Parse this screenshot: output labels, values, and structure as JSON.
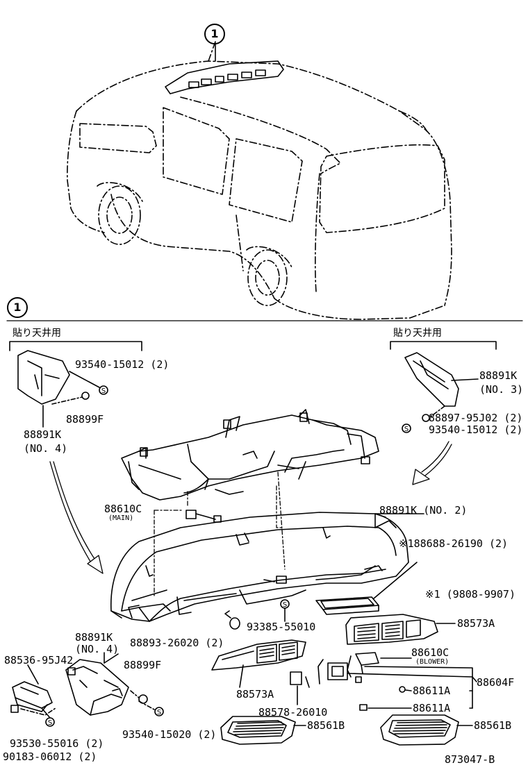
{
  "callout": "1",
  "section_marker": "1",
  "group_left_label": "貼り天井用",
  "group_right_label": "貼り天井用",
  "parts": {
    "p1": "93540-15012 (2)",
    "p2": "88899F",
    "p3": "88891K",
    "p4": "(NO. 4)",
    "p5": "88891K",
    "p6": "(NO. 3)",
    "p7": "88897-95J02 (2)",
    "p8": "93540-15012 (2)",
    "p9": "88610C",
    "p9s": "(MAIN)",
    "p10": "88891K (NO. 2)",
    "p11": "※188688-26190 (2)",
    "p12": "※1 (9808-9907)",
    "p13": "93385-55010",
    "p14": "88893-26020 (2)",
    "p15": "88573A",
    "p16": "88891K",
    "p17": "(NO. 4)",
    "p18": "88536-95J42",
    "p19": "88899F",
    "p20": "88610C",
    "p20s": "(BLOWER)",
    "p21": "88604F",
    "p22": "88573A",
    "p23": "88611A",
    "p24": "88611A",
    "p25": "88578-26010",
    "p26": "93530-55016 (2)",
    "p27": "93540-15020 (2)",
    "p28": "90183-06012 (2)",
    "p29": "88561B",
    "p30": "88561B",
    "p31": "873047-B"
  },
  "s_marker": "S"
}
